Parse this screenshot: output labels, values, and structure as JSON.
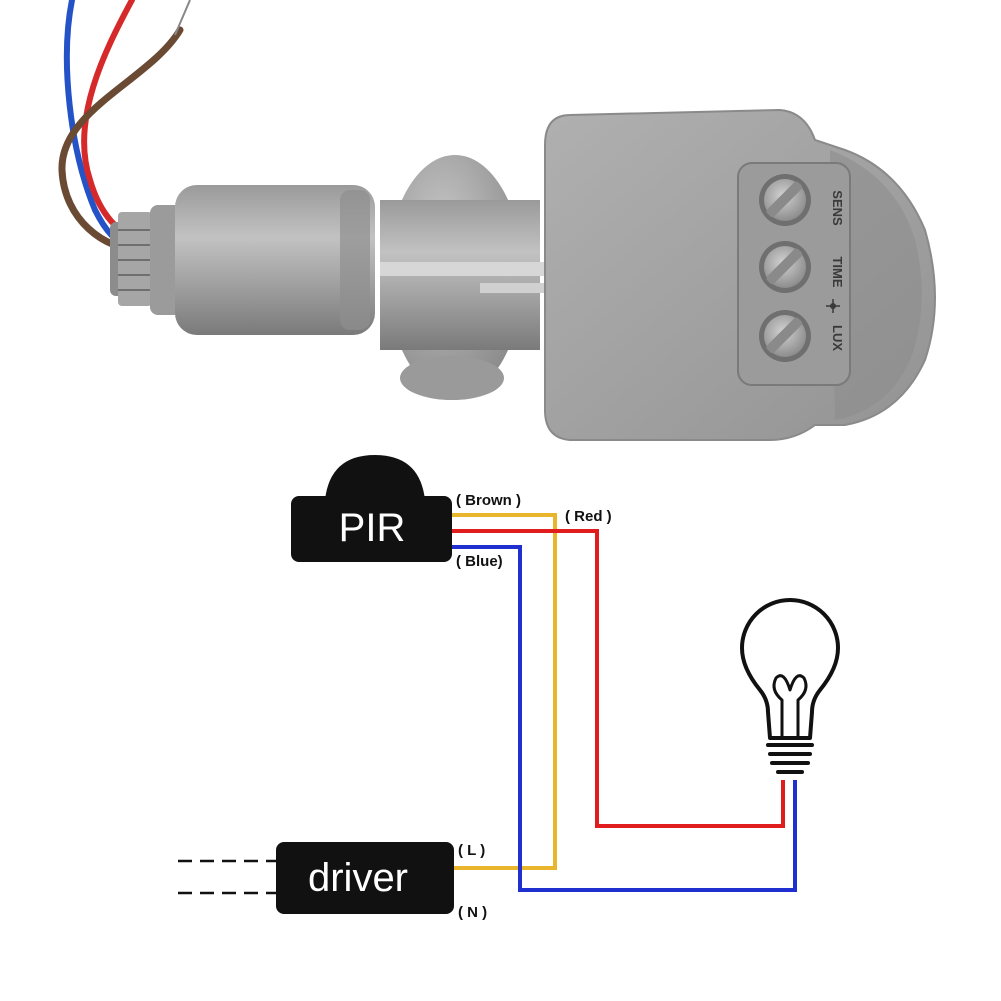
{
  "product": {
    "knob_labels": [
      "SENS",
      "TIME",
      "LUX"
    ],
    "colors": {
      "housing": "#a3a3a3",
      "housing_shadow": "#7f7f7f",
      "housing_highlight": "#c4c4c4",
      "knob": "#bdbdbd",
      "wire_red": "#d62a2a",
      "wire_blue": "#2453c8",
      "wire_brown": "#6b4a34"
    }
  },
  "wiring": {
    "pir_label": "PIR",
    "driver_label": "driver",
    "wire_labels": {
      "brown": "( Brown )",
      "red": "( Red )",
      "blue": "( Blue)",
      "live": "( L )",
      "neutral": "( N )"
    },
    "colors": {
      "brown_wire": "#e8b52c",
      "red_wire": "#e01c1c",
      "blue_wire": "#1f2fd0",
      "box": "#111111",
      "box_text": "#ffffff"
    }
  }
}
